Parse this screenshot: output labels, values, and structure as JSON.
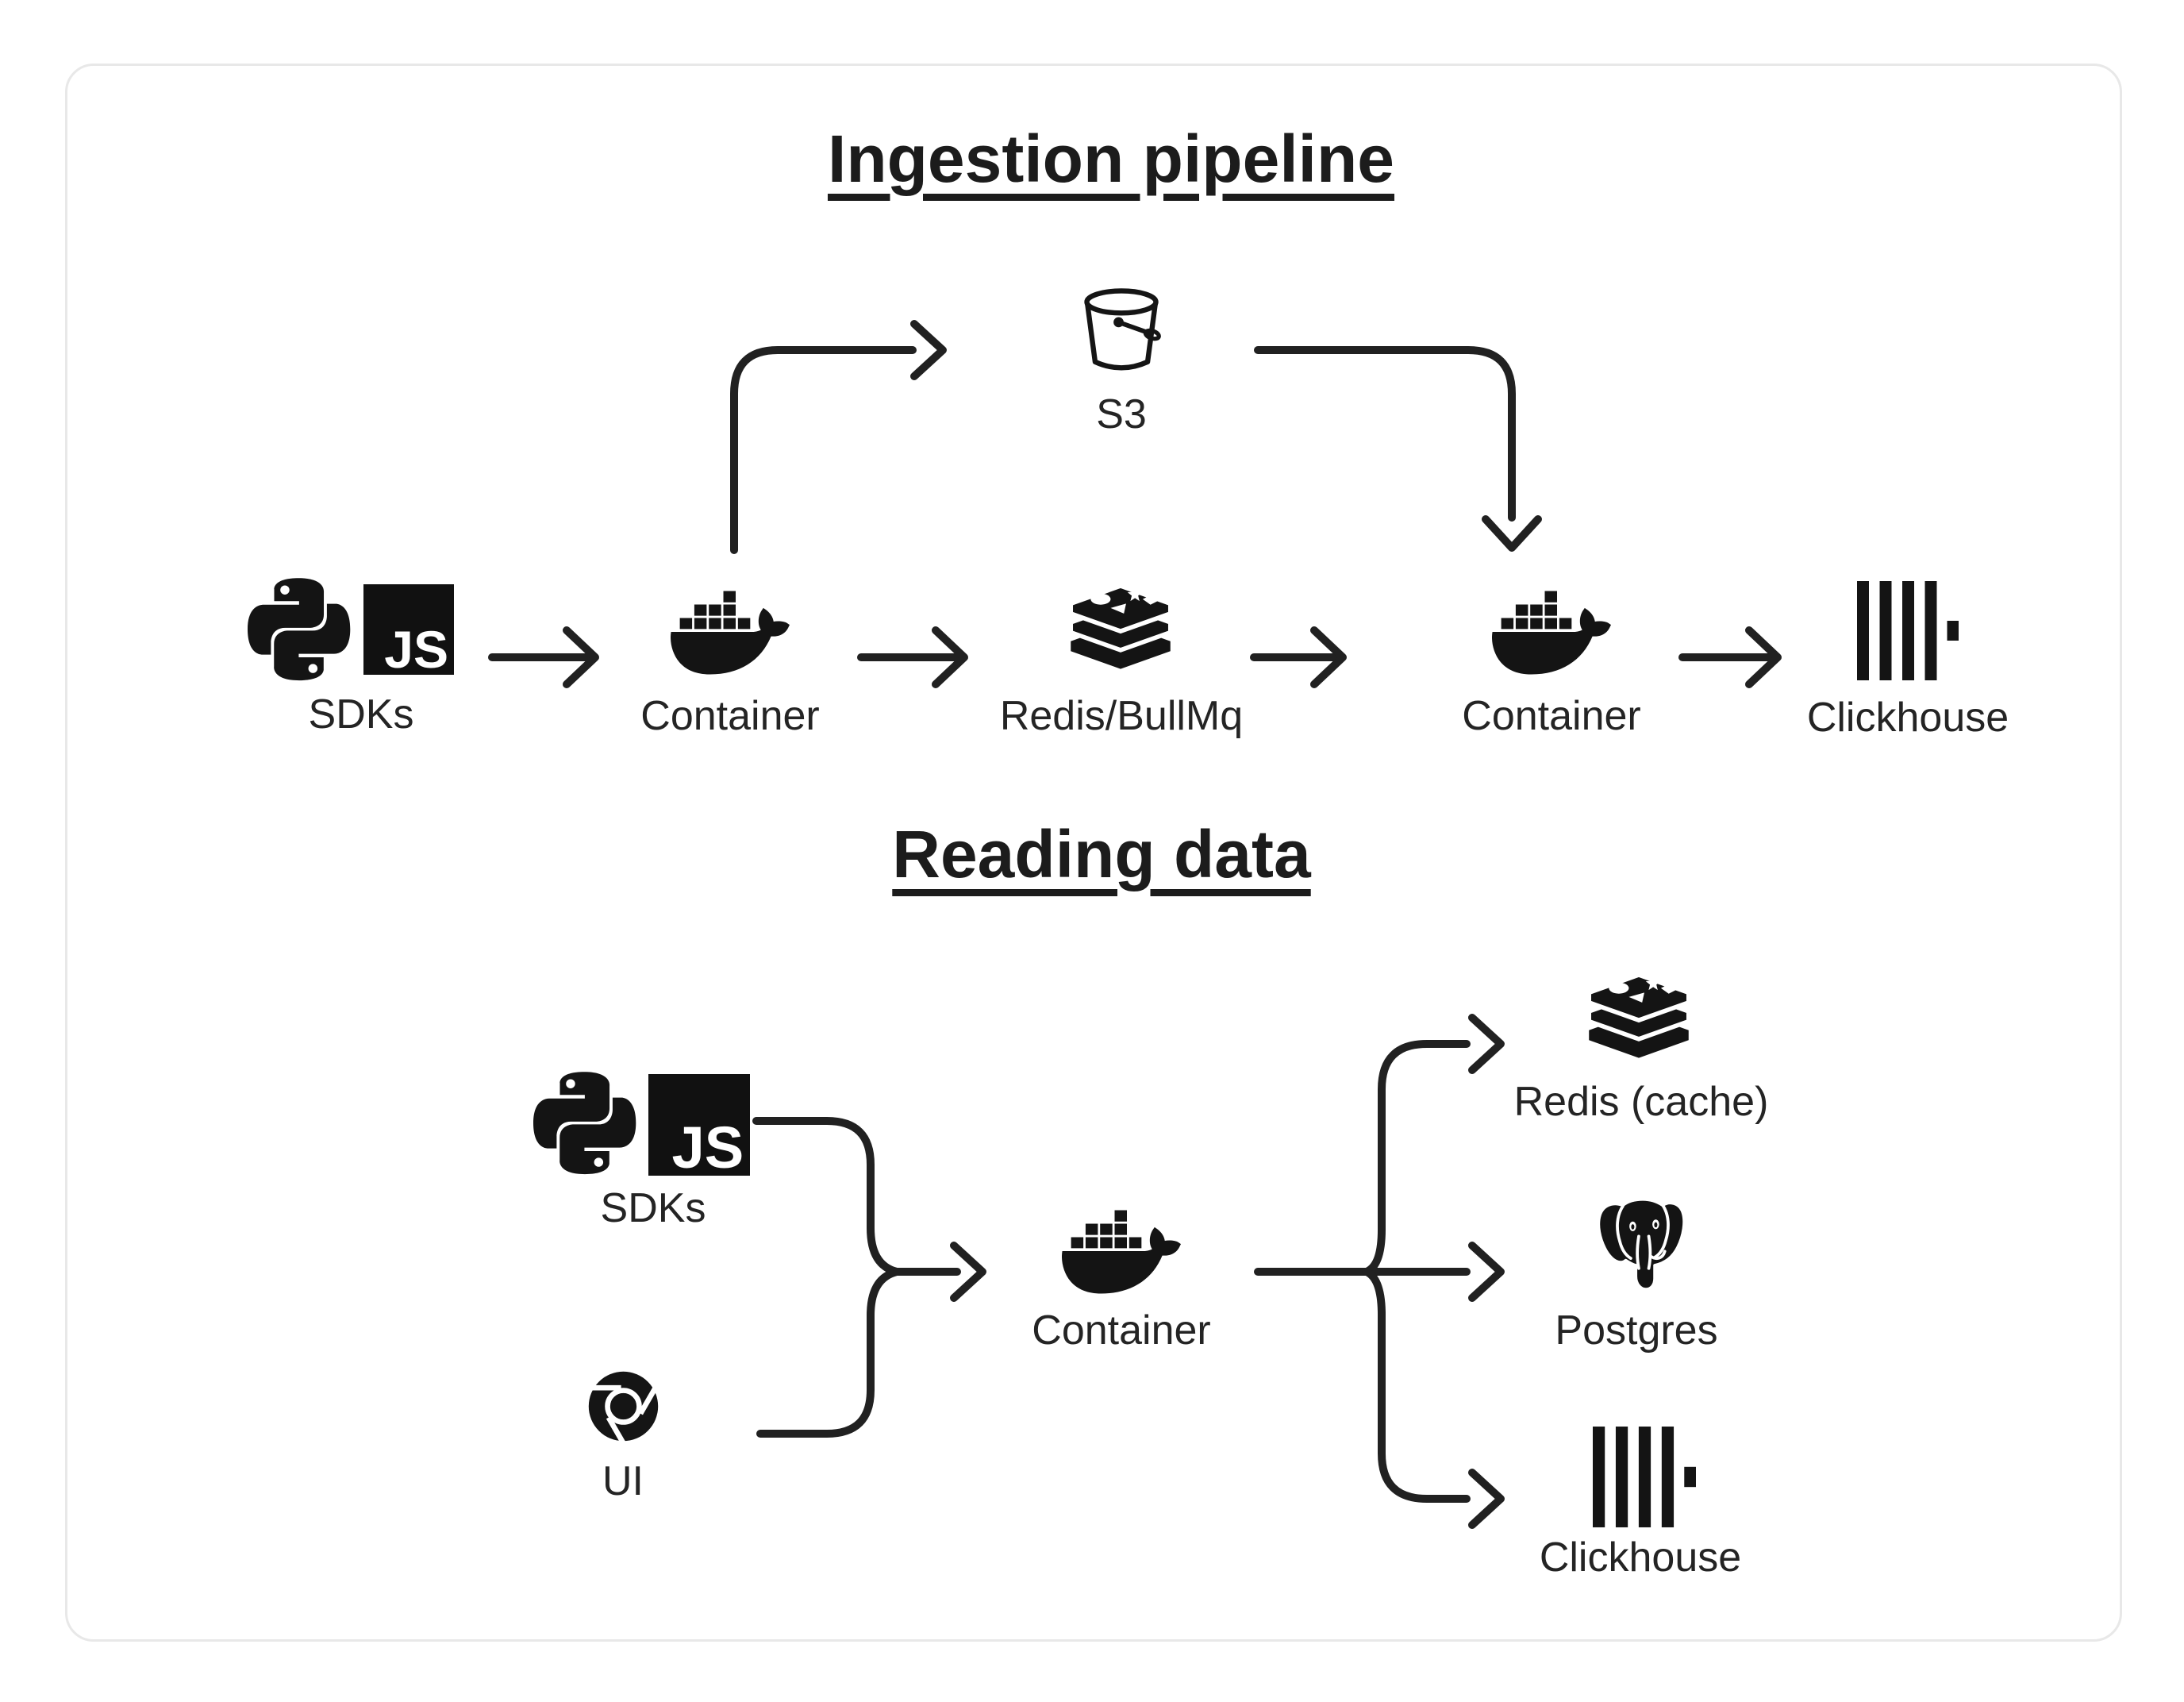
{
  "colors": {
    "ink": "#1c1c1c",
    "label": "#242424",
    "line": "#212121",
    "card_border": "#e8e8e8",
    "background": "#ffffff"
  },
  "ingestion": {
    "title": "Ingestion pipeline",
    "nodes": {
      "sdks": {
        "label": "SDKs",
        "icons": [
          "python-logo",
          "javascript-logo"
        ]
      },
      "s3": {
        "label": "S3",
        "icons": [
          "bucket"
        ]
      },
      "container_ingest": {
        "label": "Container",
        "icons": [
          "docker-whale"
        ]
      },
      "queue": {
        "label": "Redis/BullMq",
        "icons": [
          "redis-stack"
        ]
      },
      "container_worker": {
        "label": "Container",
        "icons": [
          "docker-whale"
        ]
      },
      "clickhouse": {
        "label": "Clickhouse",
        "icons": [
          "clickhouse-bars"
        ]
      }
    },
    "edges": [
      {
        "from": "SDKs",
        "to": "Container"
      },
      {
        "from": "Container",
        "to": "S3"
      },
      {
        "from": "Container",
        "to": "Redis/BullMq"
      },
      {
        "from": "S3",
        "to": "Container"
      },
      {
        "from": "Redis/BullMq",
        "to": "Container"
      },
      {
        "from": "Container",
        "to": "Clickhouse"
      }
    ]
  },
  "reading": {
    "title": "Reading data",
    "nodes": {
      "sdks": {
        "label": "SDKs",
        "icons": [
          "python-logo",
          "javascript-logo"
        ]
      },
      "ui": {
        "label": "UI",
        "icons": [
          "chrome-browser"
        ]
      },
      "container": {
        "label": "Container",
        "icons": [
          "docker-whale"
        ]
      },
      "redis_cache": {
        "label": "Redis (cache)",
        "icons": [
          "redis-stack"
        ]
      },
      "postgres": {
        "label": "Postgres",
        "icons": [
          "postgres-elephant"
        ]
      },
      "clickhouse": {
        "label": "Clickhouse",
        "icons": [
          "clickhouse-bars"
        ]
      }
    },
    "edges": [
      {
        "from": "SDKs",
        "to": "Container"
      },
      {
        "from": "UI",
        "to": "Container"
      },
      {
        "from": "Container",
        "to": "Redis (cache)"
      },
      {
        "from": "Container",
        "to": "Postgres"
      },
      {
        "from": "Container",
        "to": "Clickhouse"
      }
    ]
  }
}
